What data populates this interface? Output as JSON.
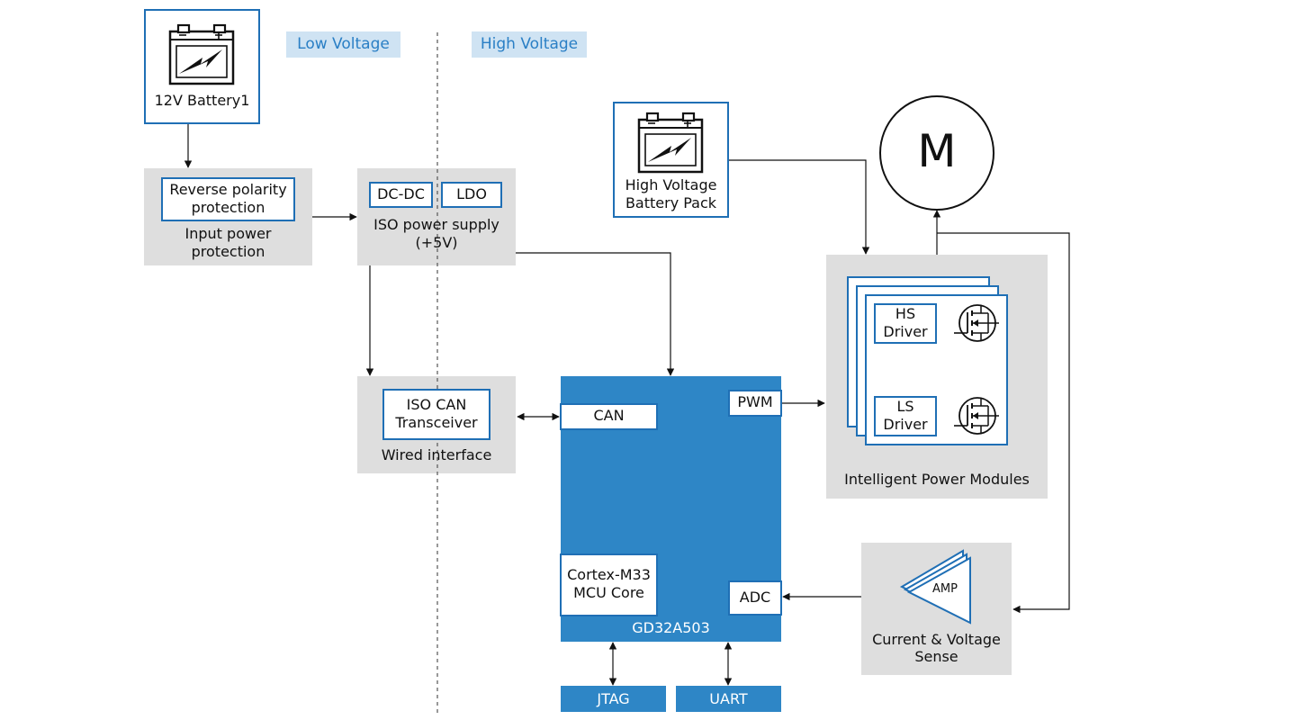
{
  "zones": {
    "low_voltage": "Low Voltage",
    "high_voltage": "High Voltage"
  },
  "battery_12v": {
    "label": "12V Battery1"
  },
  "input_protection": {
    "inner": [
      "Reverse polarity",
      "protection"
    ],
    "caption": [
      "Input power",
      "protection"
    ]
  },
  "iso_power": {
    "dcdc": "DC-DC",
    "ldo": "LDO",
    "caption": [
      "ISO power supply",
      "(+5V)"
    ]
  },
  "hv_battery": {
    "label": [
      "High Voltage",
      "Battery Pack"
    ]
  },
  "motor": {
    "label": "M"
  },
  "ipm": {
    "hs": [
      "HS",
      "Driver"
    ],
    "ls": [
      "LS",
      "Driver"
    ],
    "caption": "Intelligent Power Modules"
  },
  "wired_interface": {
    "inner": [
      "ISO CAN",
      "Transceiver"
    ],
    "caption": "Wired interface"
  },
  "mcu": {
    "name": "GD32A503",
    "can": "CAN",
    "pwm": "PWM",
    "core": [
      "Cortex-M33",
      "MCU Core"
    ],
    "adc": "ADC"
  },
  "debug": {
    "jtag": "JTAG",
    "uart": "UART"
  },
  "sense": {
    "amp": "AMP",
    "caption": [
      "Current & Voltage",
      "Sense"
    ]
  },
  "colors": {
    "blue": "#2e86c6",
    "border": "#1f6fb5",
    "gray": "#dedede",
    "tag_bg": "#cfe3f3",
    "tag_text": "#2a7fc5"
  },
  "icons": [
    "battery-icon",
    "mosfet-icon",
    "amplifier-icon",
    "motor-icon"
  ]
}
